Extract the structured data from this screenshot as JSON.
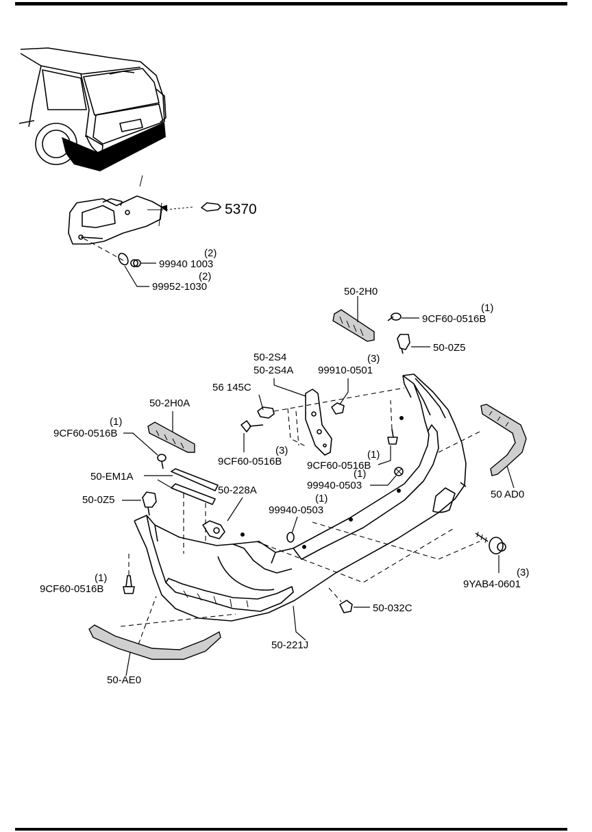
{
  "labels": {
    "ref_5370": "5370",
    "p_99940_1003": "99940 1003",
    "q_99940_1003": "(2)",
    "p_99952_1030": "99952-1030",
    "q_99952_1030": "(2)",
    "p_50_2H0": "50-2H0",
    "p_9CF60_top": "9CF60-0516B",
    "q_9CF60_top": "(1)",
    "p_50_0Z5_top": "50-0Z5",
    "p_50_2S4": "50-2S4",
    "p_50_2S4A": "50-2S4A",
    "p_99910_0501": "99910-0501",
    "q_99910_0501": "(3)",
    "p_56_145C": "56 145C",
    "p_50_2H0A": "50-2H0A",
    "p_9CF60_left": "9CF60-0516B",
    "q_9CF60_left": "(1)",
    "p_9CF60_mid": "9CF60-0516B",
    "q_9CF60_mid": "(3)",
    "p_9CF60_right": "9CF60-0516B",
    "q_9CF60_right": "(1)",
    "p_50_EM1A": "50-EM1A",
    "p_99940_0503_a": "99940-0503",
    "q_99940_0503_a": "(1)",
    "p_50_0Z5_left": "50-0Z5",
    "p_50_228A": "50-228A",
    "p_99940_0503_b": "99940-0503",
    "q_99940_0503_b": "(1)",
    "p_50_AD0": "50 AD0",
    "p_9YAB4_0601": "9YAB4-0601",
    "q_9YAB4_0601": "(3)",
    "p_9CF60_bottom": "9CF60-0516B",
    "q_9CF60_bottom": "(1)",
    "p_50_032C": "50-032C",
    "p_50_221J": "50-221J",
    "p_50_AE0": "50-AE0"
  }
}
